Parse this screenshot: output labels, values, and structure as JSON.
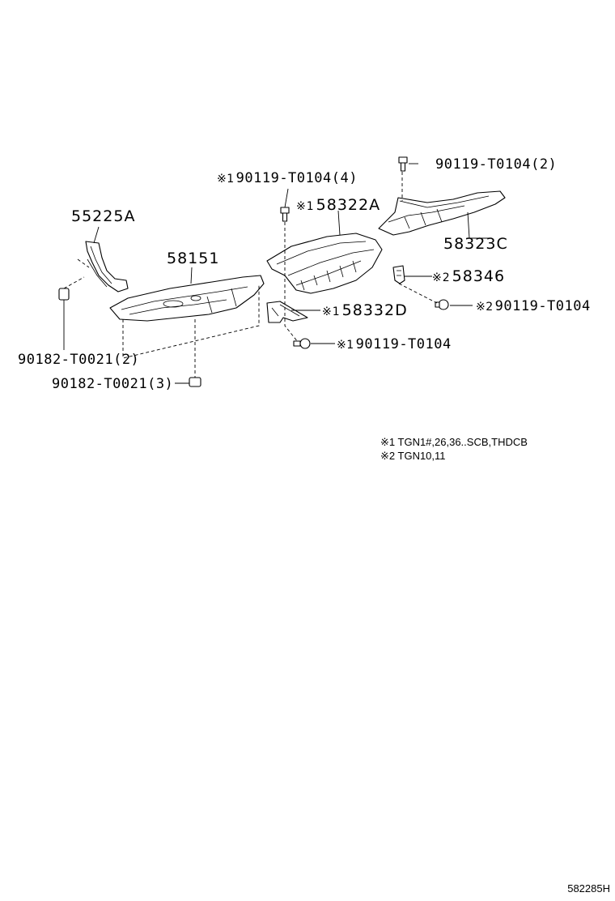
{
  "parts": {
    "p55225a": "55225A",
    "p58151": "58151",
    "p58322a": "58322A",
    "p58323c": "58323C",
    "p58346": "58346",
    "p58332d": "58332D",
    "bolt_top_right": "90119-T0104(2)",
    "bolt_top_center": "90119-T0104(4)",
    "bolt_right": "90119-T0104",
    "bolt_bottom": "90119-T0104",
    "nut_left": "90182-T0021(2)",
    "nut_bottom": "90182-T0021(3)"
  },
  "marks": {
    "m1": "※1",
    "m2": "※2"
  },
  "notes": [
    {
      "mark": "※1",
      "text": "TGN1#,26,36..SCB,THDCB"
    },
    {
      "mark": "※2",
      "text": "TGN10,11"
    }
  ],
  "diagram_code": "582285H"
}
